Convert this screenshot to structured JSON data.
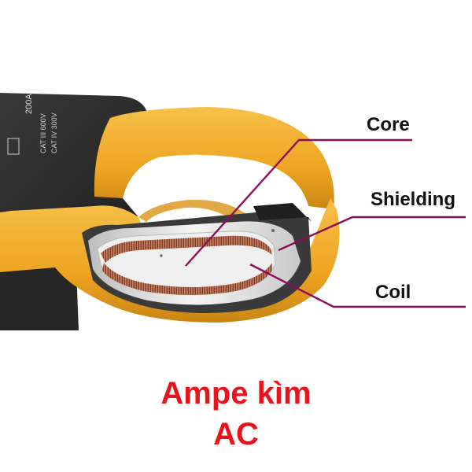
{
  "diagram": {
    "device_markings": {
      "range": "200A",
      "cat_iii": "CAT III 600V",
      "cat_iv": "CAT IV 300V"
    },
    "labels": {
      "core": "Core",
      "shielding": "Shielding",
      "coil": "Coil"
    },
    "caption": {
      "line1": "Ampe kìm",
      "line2": "AC"
    },
    "colors": {
      "clamp_yellow": "#f1ad24",
      "clamp_body": "#2b2b2b",
      "leader_line": "#8a0f5a",
      "caption": "#e8141b",
      "coil_copper": "#a0573f",
      "shielding_silver": "#e3e3e3"
    }
  }
}
